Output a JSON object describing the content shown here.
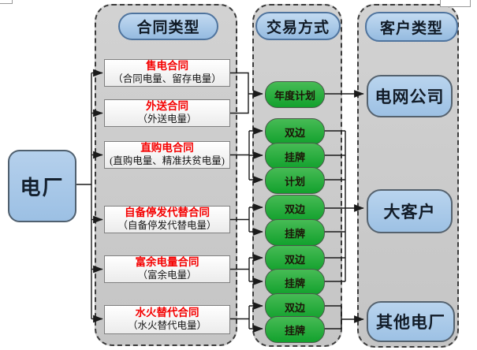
{
  "diagram": {
    "source_node": {
      "label": "电厂"
    },
    "columns": {
      "contract_type": {
        "header": "合同类型"
      },
      "trade_mode": {
        "header": "交易方式"
      },
      "customer_type": {
        "header": "客户类型"
      }
    },
    "contracts": [
      {
        "title": "售电合同",
        "subtitle": "（合同电量、留存电量）"
      },
      {
        "title": "外送合同",
        "subtitle": "（外送电量）"
      },
      {
        "title": "直购电合同",
        "subtitle": "(直购电量、精准扶贫电量)"
      },
      {
        "title": "自备停发代替合同",
        "subtitle": "（自备停发代替电量）"
      },
      {
        "title": "富余电量合同",
        "subtitle": "（富余电量）"
      },
      {
        "title": "水火替代合同",
        "subtitle": "（水火替代电量）"
      }
    ],
    "trade_modes": [
      {
        "label": "年度计划"
      },
      {
        "label": "双边"
      },
      {
        "label": "挂牌"
      },
      {
        "label": "计划"
      },
      {
        "label": "双边"
      },
      {
        "label": "挂牌"
      },
      {
        "label": "双边"
      },
      {
        "label": "挂牌"
      },
      {
        "label": "双边"
      },
      {
        "label": "挂牌"
      }
    ],
    "customers": [
      {
        "label": "电网公司"
      },
      {
        "label": "大客户"
      },
      {
        "label": "其他电厂"
      }
    ],
    "flows": [
      {
        "from": "电厂",
        "to": [
          "售电合同",
          "外送合同",
          "直购电合同",
          "自备停发代替合同",
          "富余电量合同",
          "水火替代合同"
        ]
      },
      {
        "from": [
          "售电合同",
          "外送合同"
        ],
        "via": [
          "年度计划"
        ],
        "to": "电网公司"
      },
      {
        "from": [
          "直购电合同"
        ],
        "via": [
          "双边",
          "挂牌",
          "计划"
        ],
        "to": "大客户"
      },
      {
        "from": [
          "自备停发代替合同"
        ],
        "via": [
          "双边",
          "挂牌"
        ],
        "to": "大客户"
      },
      {
        "from": [
          "富余电量合同"
        ],
        "via": [
          "双边",
          "挂牌"
        ],
        "to": "大客户"
      },
      {
        "from": [
          "水火替代合同"
        ],
        "via": [
          "双边",
          "挂牌"
        ],
        "to": "其他电厂"
      }
    ],
    "colors": {
      "node_blue": "#a9c7e6",
      "node_green": "#1ca533",
      "container_gray": "#c9c9c9",
      "box_white": "#f6f6f6",
      "title_red": "#f40000",
      "line_black": "#1a1a1a"
    }
  }
}
